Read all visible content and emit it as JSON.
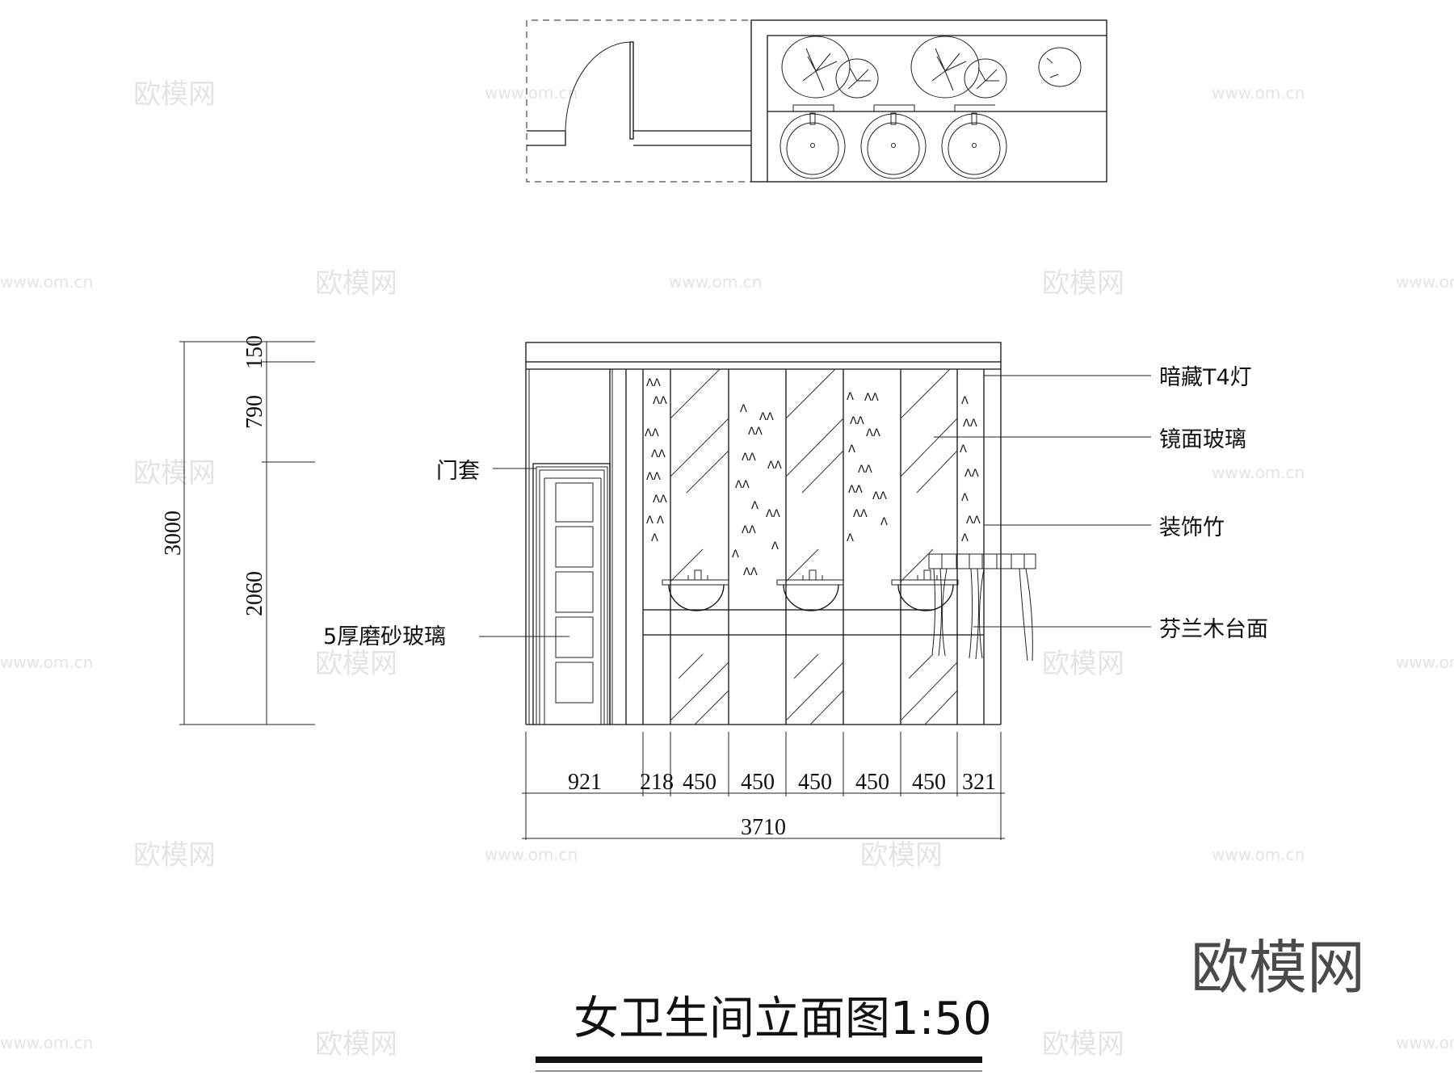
{
  "title": "女卫生间立面图1:50",
  "plan": {
    "basins": 3,
    "plants": [
      "plant-large",
      "plant-small",
      "plant-large",
      "plant-small",
      "plant-round"
    ]
  },
  "elevation": {
    "callouts_right": {
      "light": "暗藏T4灯",
      "mirror": "镜面玻璃",
      "bamboo": "装饰竹",
      "counter": "芬兰木台面"
    },
    "callouts_left": {
      "door_casing": "门套",
      "frosted_glass": "5厚磨砂玻璃"
    }
  },
  "dimensions": {
    "vertical": {
      "total": "3000",
      "segments": [
        "150",
        "790",
        "2060"
      ]
    },
    "horizontal": {
      "total": "3710",
      "segments": [
        "921",
        "218",
        "450",
        "450",
        "450",
        "450",
        "450",
        "321"
      ]
    }
  },
  "watermark": {
    "logo": "欧模网",
    "url": "www.om.cn"
  }
}
